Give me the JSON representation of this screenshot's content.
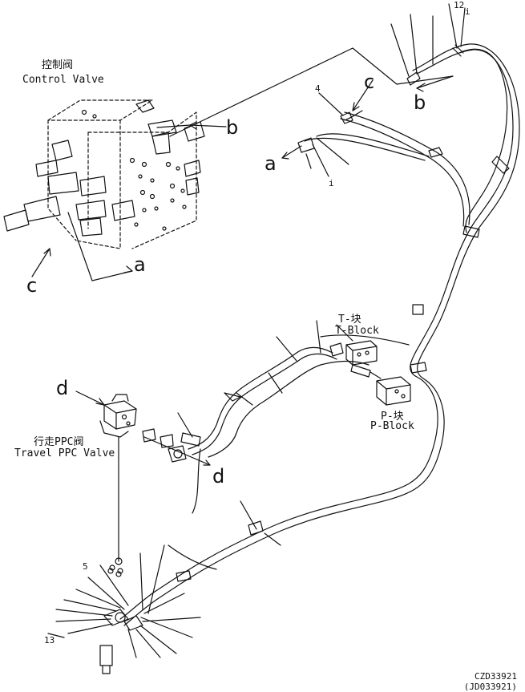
{
  "callouts": {
    "control_valve_cn": "控制阀",
    "control_valve_en": "Control Valve",
    "t_block_cn": "T-块",
    "t_block_en": "T-Block",
    "p_block_cn": "P-块",
    "p_block_en": "P-Block",
    "travel_ppc_cn": "行走PPC阀",
    "travel_ppc_en": "Travel PPC Valve"
  },
  "letters": {
    "a_left": "a",
    "a_valve": "a",
    "b_valve": "b",
    "b_top": "b",
    "c_valve": "c",
    "c_top": "c",
    "d_top": "d",
    "d_bottom": "d"
  },
  "part_numbers": {
    "p4": "4",
    "p5": "5",
    "p_i_top": "i",
    "p_i_mid": "i",
    "p_12": "12",
    "p_13": "13"
  },
  "reference": {
    "code": "CZD33921",
    "alt_code": "(JD033921)"
  },
  "colors": {
    "line": "#111111",
    "background": "#ffffff"
  }
}
